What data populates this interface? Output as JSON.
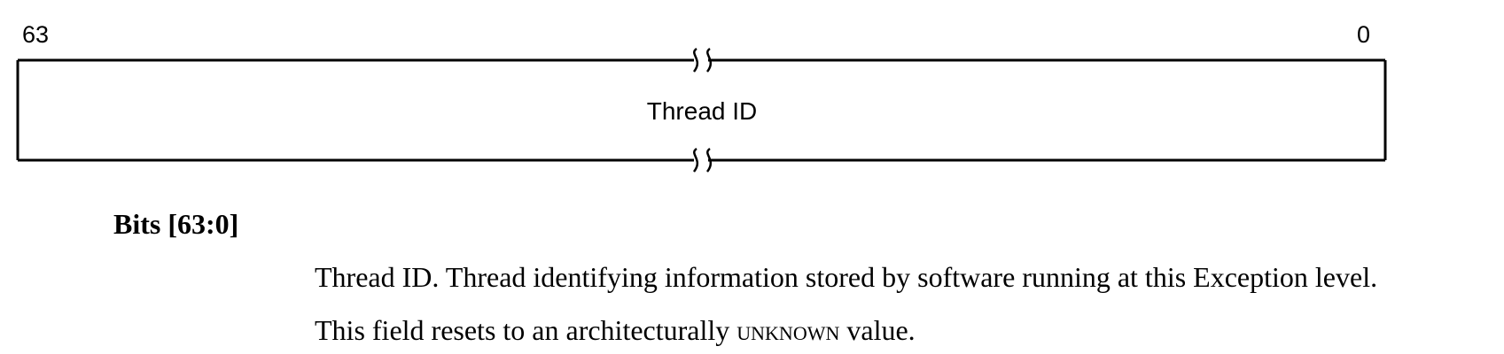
{
  "register": {
    "bit_high": "63",
    "bit_low": "0",
    "field_name": "Thread ID"
  },
  "field": {
    "heading": "Bits [63:0]",
    "description_1": "Thread ID. Thread identifying information stored by software running at this Exception level.",
    "description_2_pre": "This field resets to an architecturally ",
    "description_2_smallcaps": "UNKNOWN",
    "description_2_post": " value."
  }
}
